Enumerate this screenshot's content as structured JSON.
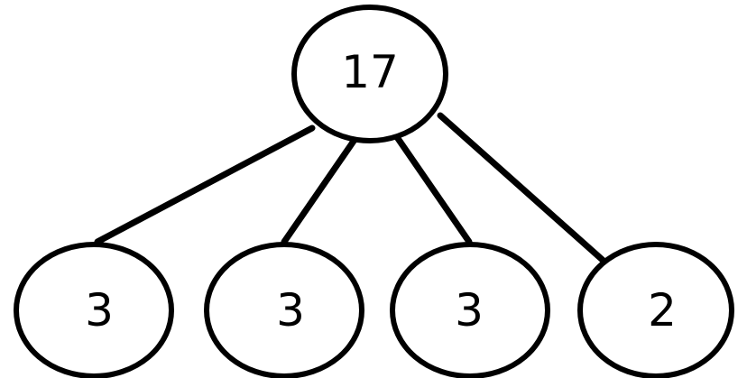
{
  "tree": {
    "root": {
      "label": "17"
    },
    "children": [
      {
        "label": "3"
      },
      {
        "label": "3"
      },
      {
        "label": "3"
      },
      {
        "label": "2"
      }
    ]
  },
  "colors": {
    "stroke": "#000000",
    "background": "#ffffff"
  }
}
